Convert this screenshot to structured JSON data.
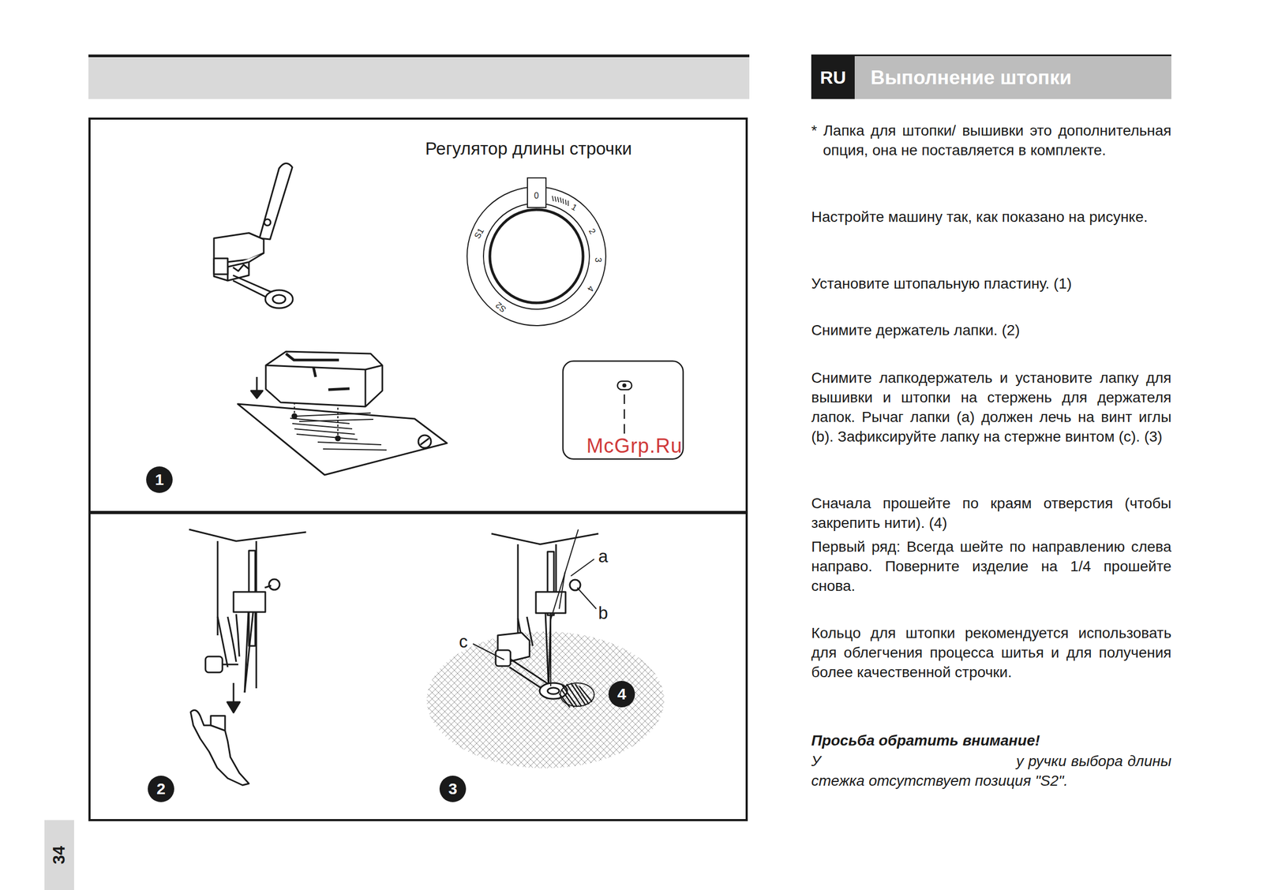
{
  "diagram": {
    "title": "Выполнение штопки",
    "nodes": [
      {
        "text": [
          "RU"
        ]
      },
      {
        "text": [
          "Выполнение штопки"
        ]
      },
      {
        "text": [
          "Регулятор длины строчки"
        ]
      },
      {
        "text": [
          "1"
        ],
        "in": 2
      },
      {
        "text": [
          "2"
        ]
      },
      {
        "text": [
          "3"
        ]
      },
      {
        "text": [
          "4"
        ]
      },
      {
        "text": [
          "34"
        ]
      }
    ],
    "labels": [
      "0",
      "1",
      "2",
      "3",
      "4",
      "S1",
      "S2",
      "McGrp.Ru",
      "a",
      "b",
      "c",
      "* Лапка для штопки/ вышивки это дополнительная опция, она не поставляется в комплекте.",
      "Настройте машину так, как показано на рисунке.",
      "Установите штопальную пластину. (1)",
      "Снимите держатель лапки. (2)",
      "Снимите лапкодержатель и установите лапку для вышивки и штопки на стержень для держателя лапок. Рычаг лапки (a) должен лечь на винт иглы (b). Зафиксируйте лапку на стержне винтом (c). (3)",
      "Сначала прошейте по краям отверстия (чтобы закрепить нити). (4)",
      "Первый ряд: Всегда шейте по направлению слева направо. Поверните изделие на 1/4 прошейте снова.",
      "Кольцо для штопки рекомендуется использовать для облегчения процесса шитья и для получения более качественной строчки.",
      "Просьба обратить внимание!",
      "У",
      "у ручки выбора длины стежка отсутствует позиция \"S2\"."
    ]
  }
}
